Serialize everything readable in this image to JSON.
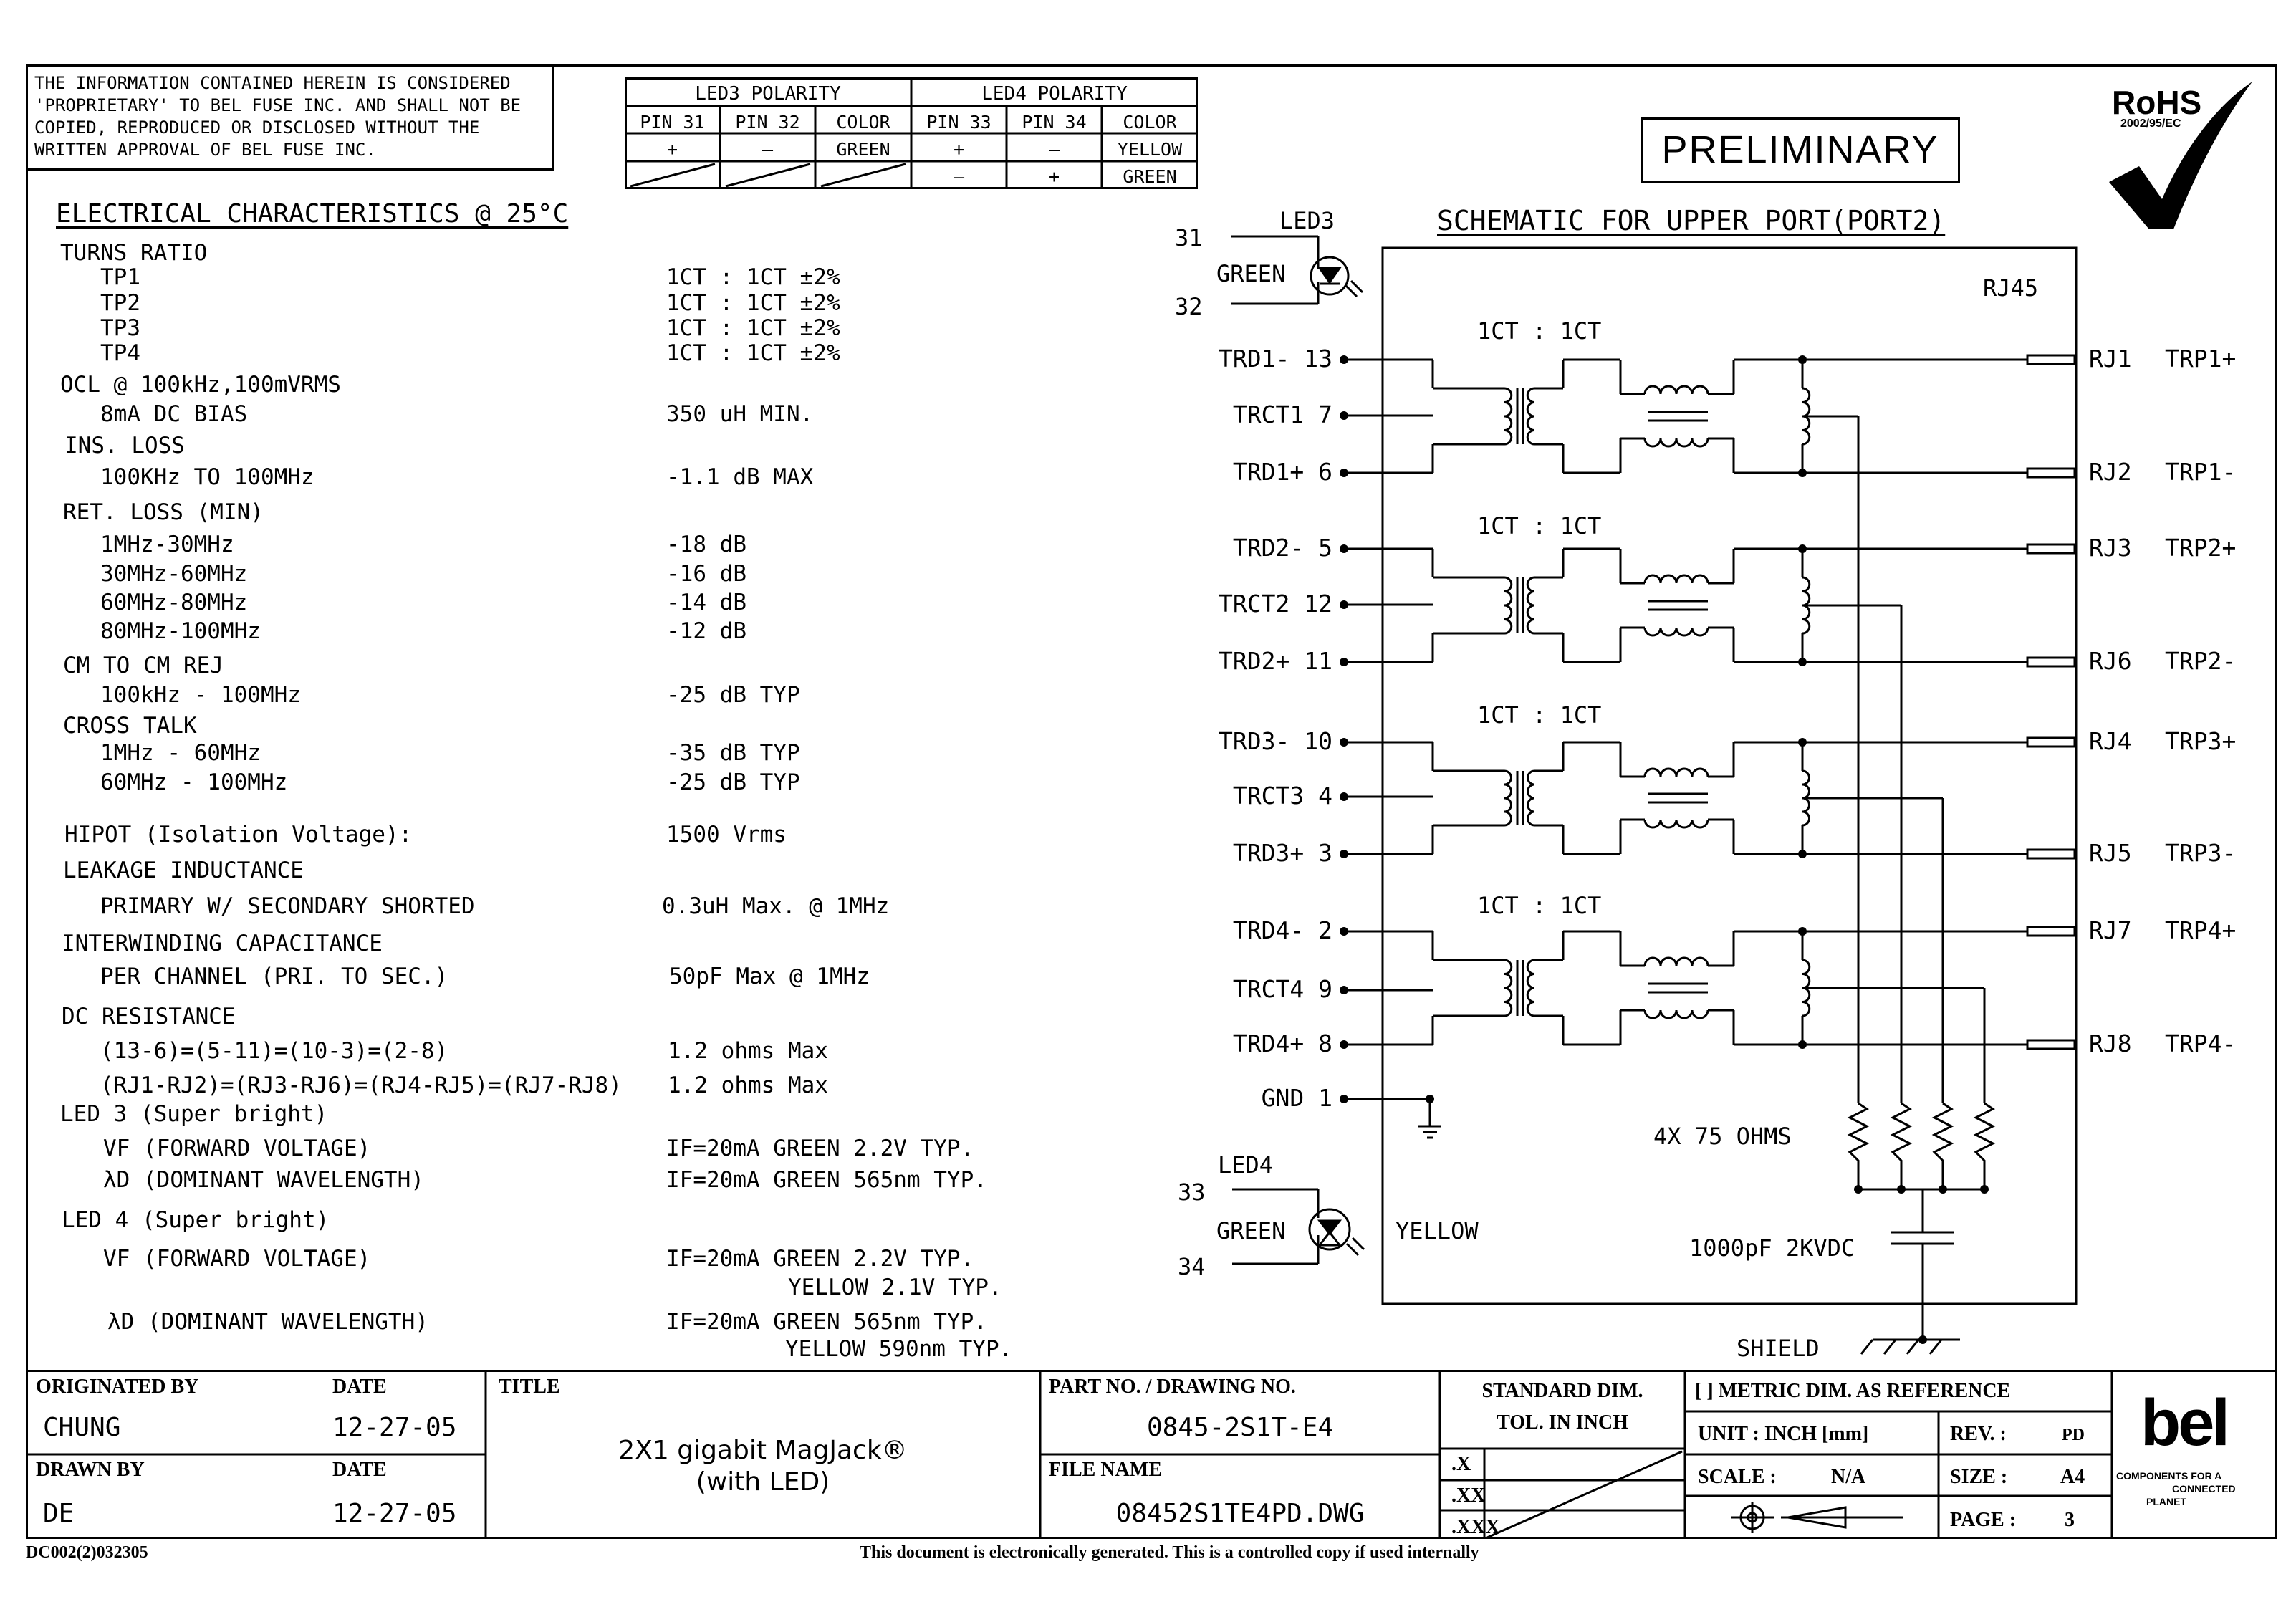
{
  "notice": [
    "THE INFORMATION CONTAINED HEREIN IS CONSIDERED",
    "'PROPRIETARY' TO BEL FUSE INC. AND SHALL NOT BE",
    "COPIED, REPRODUCED OR DISCLOSED WITHOUT THE",
    "WRITTEN APPROVAL OF BEL FUSE INC."
  ],
  "polarity": {
    "led3_title": "LED3 POLARITY",
    "led4_title": "LED4 POLARITY",
    "headers": [
      "PIN 31",
      "PIN 32",
      "COLOR",
      "PIN 33",
      "PIN 34",
      "COLOR"
    ],
    "row1": [
      "+",
      "–",
      "GREEN",
      "+",
      "–",
      "YELLOW"
    ],
    "row2": [
      "",
      "",
      "",
      "–",
      "+",
      "GREEN"
    ]
  },
  "preliminary": "PRELIMINARY",
  "rohs": {
    "mark": "RoHS",
    "sub": "2002/95/EC"
  },
  "electrical": {
    "heading": "ELECTRICAL CHARACTERISTICS @ 25°C",
    "rows": [
      {
        "label": "TURNS RATIO",
        "value": ""
      },
      {
        "label": "TP1",
        "value": "1CT : 1CT ±2%"
      },
      {
        "label": "TP2",
        "value": "1CT : 1CT ±2%"
      },
      {
        "label": "TP3",
        "value": "1CT : 1CT ±2%"
      },
      {
        "label": "TP4",
        "value": "1CT : 1CT ±2%"
      },
      {
        "label": "OCL @ 100kHz,100mVRMS",
        "value": ""
      },
      {
        "label": "8mA DC BIAS",
        "value": "350 uH MIN."
      },
      {
        "label": "INS. LOSS",
        "value": ""
      },
      {
        "label": "100KHz TO 100MHz",
        "value": "-1.1 dB MAX"
      },
      {
        "label": "RET. LOSS (MIN)",
        "value": ""
      },
      {
        "label": "1MHz-30MHz",
        "value": "-18 dB"
      },
      {
        "label": "30MHz-60MHz",
        "value": "-16 dB"
      },
      {
        "label": "60MHz-80MHz",
        "value": "-14 dB"
      },
      {
        "label": "80MHz-100MHz",
        "value": "-12 dB"
      },
      {
        "label": "CM TO CM REJ",
        "value": ""
      },
      {
        "label": "100kHz - 100MHz",
        "value": "-25 dB TYP"
      },
      {
        "label": "CROSS TALK",
        "value": ""
      },
      {
        "label": "1MHz - 60MHz",
        "value": "-35 dB TYP"
      },
      {
        "label": "60MHz - 100MHz",
        "value": "-25 dB TYP"
      },
      {
        "label": "HIPOT (Isolation Voltage):",
        "value": "1500 Vrms"
      },
      {
        "label": "LEAKAGE INDUCTANCE",
        "value": ""
      },
      {
        "label": "PRIMARY W/ SECONDARY SHORTED",
        "value": "0.3uH Max. @ 1MHz"
      },
      {
        "label": "INTERWINDING CAPACITANCE",
        "value": ""
      },
      {
        "label": "PER  CHANNEL (PRI. TO SEC.)",
        "value": "50pF Max @ 1MHz"
      },
      {
        "label": "DC RESISTANCE",
        "value": ""
      },
      {
        "label": "(13-6)=(5-11)=(10-3)=(2-8)",
        "value": "1.2 ohms Max"
      },
      {
        "label": "(RJ1-RJ2)=(RJ3-RJ6)=(RJ4-RJ5)=(RJ7-RJ8)",
        "value": "1.2 ohms Max"
      },
      {
        "label": "LED 3 (Super bright)",
        "value": ""
      },
      {
        "label": "VF (FORWARD VOLTAGE)",
        "value": "IF=20mA  GREEN  2.2V TYP."
      },
      {
        "label": "λD (DOMINANT WAVELENGTH)",
        "value": "IF=20mA  GREEN  565nm TYP."
      },
      {
        "label": "LED 4 (Super bright)",
        "value": ""
      },
      {
        "label": "VF (FORWARD VOLTAGE)",
        "value": "IF=20mA  GREEN  2.2V TYP."
      },
      {
        "label": "",
        "value": "YELLOW 2.1V TYP."
      },
      {
        "label": "λD (DOMINANT WAVELENGTH)",
        "value": "IF=20mA  GREEN  565nm TYP."
      },
      {
        "label": "",
        "value": "YELLOW 590nm TYP."
      }
    ]
  },
  "schematic": {
    "title": "SCHEMATIC FOR UPPER PORT(PORT2)",
    "connector": "RJ45",
    "ratio": "1CT : 1CT",
    "led3": {
      "name": "LED3",
      "color": "GREEN",
      "pin_a": "31",
      "pin_b": "32"
    },
    "led4": {
      "name": "LED4",
      "color": "GREEN",
      "color2": "YELLOW",
      "pin_a": "33",
      "pin_b": "34"
    },
    "left_pins": [
      "TRD1- 13",
      "TRCT1 7",
      "TRD1+ 6",
      "TRD2- 5",
      "TRCT2 12",
      "TRD2+ 11",
      "TRD3- 10",
      "TRCT3 4",
      "TRD3+ 3",
      "TRD4- 2",
      "TRCT4 9",
      "TRD4+ 8",
      "GND 1"
    ],
    "right_pins": [
      {
        "rj": "RJ1",
        "sig": "TRP1+"
      },
      {
        "rj": "RJ2",
        "sig": "TRP1-"
      },
      {
        "rj": "RJ3",
        "sig": "TRP2+"
      },
      {
        "rj": "RJ6",
        "sig": "TRP2-"
      },
      {
        "rj": "RJ4",
        "sig": "TRP3+"
      },
      {
        "rj": "RJ5",
        "sig": "TRP3-"
      },
      {
        "rj": "RJ7",
        "sig": "TRP4+"
      },
      {
        "rj": "RJ8",
        "sig": "TRP4-"
      }
    ],
    "resistors": "4X 75 OHMS",
    "capacitor": "1000pF 2KVDC",
    "shield": "SHIELD"
  },
  "titleblock": {
    "originated_by_label": "ORIGINATED BY",
    "originated_by": "CHUNG",
    "date_label": "DATE",
    "date1": "12-27-05",
    "drawn_by_label": "DRAWN BY",
    "drawn_by": "DE",
    "date2": "12-27-05",
    "title_label": "TITLE",
    "title_line1": "2X1 gigabit MagJack®",
    "title_line2": "(with LED)",
    "part_label": "PART NO. / DRAWING NO.",
    "part_no": "0845-2S1T-E4",
    "file_label": "FILE NAME",
    "file_name": "08452S1TE4PD.DWG",
    "std_dim": "STANDARD DIM.",
    "tol": "TOL. IN INCH",
    "tol_x": ".X",
    "tol_xx": ".XX",
    "tol_xxx": ".XXX",
    "metric": "[ ] METRIC DIM. AS REFERENCE",
    "unit": "UNIT : INCH [mm]",
    "rev_label": "REV. :",
    "rev": "PD",
    "scale_label": "SCALE :",
    "scale": "N/A",
    "size_label": "SIZE :",
    "size": "A4",
    "page_label": "PAGE :",
    "page": "3",
    "logo": "bel",
    "tagline1": "COMPONENTS FOR A",
    "tagline2": "CONNECTED",
    "tagline3": "PLANET"
  },
  "form_code": "DC002(2)032305",
  "footer": "This document is electronically generated. This is a controlled copy if used internally"
}
